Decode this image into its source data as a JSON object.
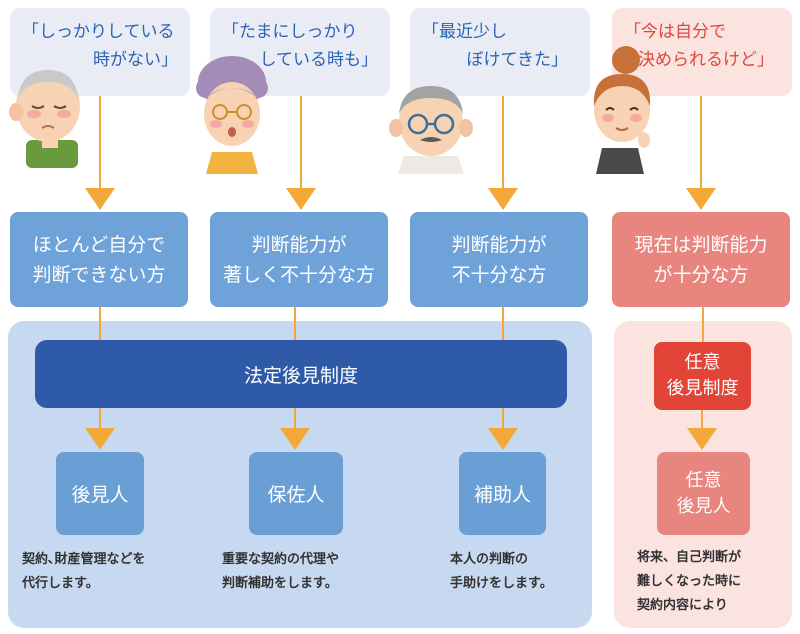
{
  "bubbles": [
    {
      "line1": "「しっかりしている",
      "line2": "時がない」"
    },
    {
      "line1": "「たまにしっかり",
      "line2": "している時も」"
    },
    {
      "line1": "「最近少し",
      "line2": "ぼけてきた」"
    },
    {
      "line1": "「今は自分で",
      "line2": "決められるけど」"
    }
  ],
  "categories": [
    {
      "line1": "ほとんど自分で",
      "line2": "判断できない方"
    },
    {
      "line1": "判断能力が",
      "line2": "著しく不十分な方"
    },
    {
      "line1": "判断能力が",
      "line2": "不十分な方"
    },
    {
      "line1": "現在は判断能力",
      "line2": "が十分な方"
    }
  ],
  "legal_system": "法定後見制度",
  "roles": [
    {
      "label": "後見人",
      "desc1": "契約､財産管理などを",
      "desc2": "代行します。"
    },
    {
      "label": "保佐人",
      "desc1": "重要な契約の代理や",
      "desc2": "判断補助をします。"
    },
    {
      "label": "補助人",
      "desc1": "本人の判断の",
      "desc2": "手助けをします。"
    }
  ],
  "voluntary": {
    "system_line1": "任意",
    "system_line2": "後見制度",
    "person_line1": "任意",
    "person_line2": "後見人",
    "desc1": "将来、自己判断が",
    "desc2": "難しくなった時に",
    "desc3": "契約内容により"
  },
  "colors": {
    "bubble_blue_text": "#2a64b5",
    "bubble_red_text": "#e0463b",
    "category_blue": "#6fa2d9",
    "category_red": "#e8857e",
    "system_bar": "#2f5aa8",
    "arrow": "#f3a93a",
    "voluntary_red": "#e24438"
  },
  "icons": [
    "elderly-man-icon",
    "elderly-woman-icon",
    "man-with-glasses-icon",
    "woman-icon"
  ]
}
